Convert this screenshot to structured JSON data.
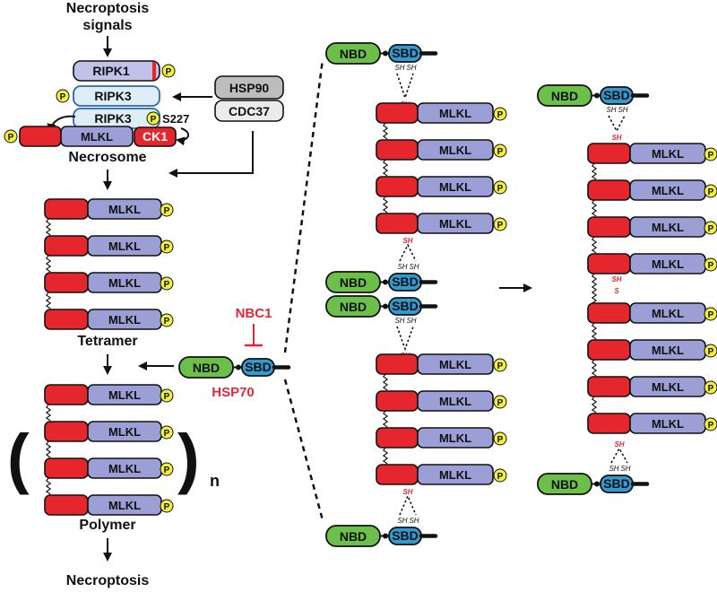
{
  "labels": {
    "signals_1": "Necroptosis",
    "signals_2": "signals",
    "necrosome": "Necrosome",
    "tetramer": "Tetramer",
    "polymer": "Polymer",
    "necroptosis": "Necroptosis",
    "nbc1": "NBC1",
    "hsp70": "HSP70",
    "n_subscript": "n"
  },
  "proteins": {
    "ripk1": "RIPK1",
    "ripk3": "RIPK3",
    "mlkl": "MLKL",
    "ck1": "CK1",
    "hsp90": "HSP90",
    "cdc37": "CDC37",
    "nbd": "NBD",
    "sbd": "SBD",
    "phospho": "P",
    "s227": "S227"
  },
  "chem": {
    "sh": "SH",
    "s": "S"
  },
  "colors": {
    "kinase_domain_red": "#e5262c",
    "mlkl_purple": "#9b9fd6",
    "nbd_green": "#6cc04a",
    "sbd_blue": "#3399d1",
    "phospho_yellow": "#f1f03a",
    "inhibitor_red": "#e0283a"
  }
}
